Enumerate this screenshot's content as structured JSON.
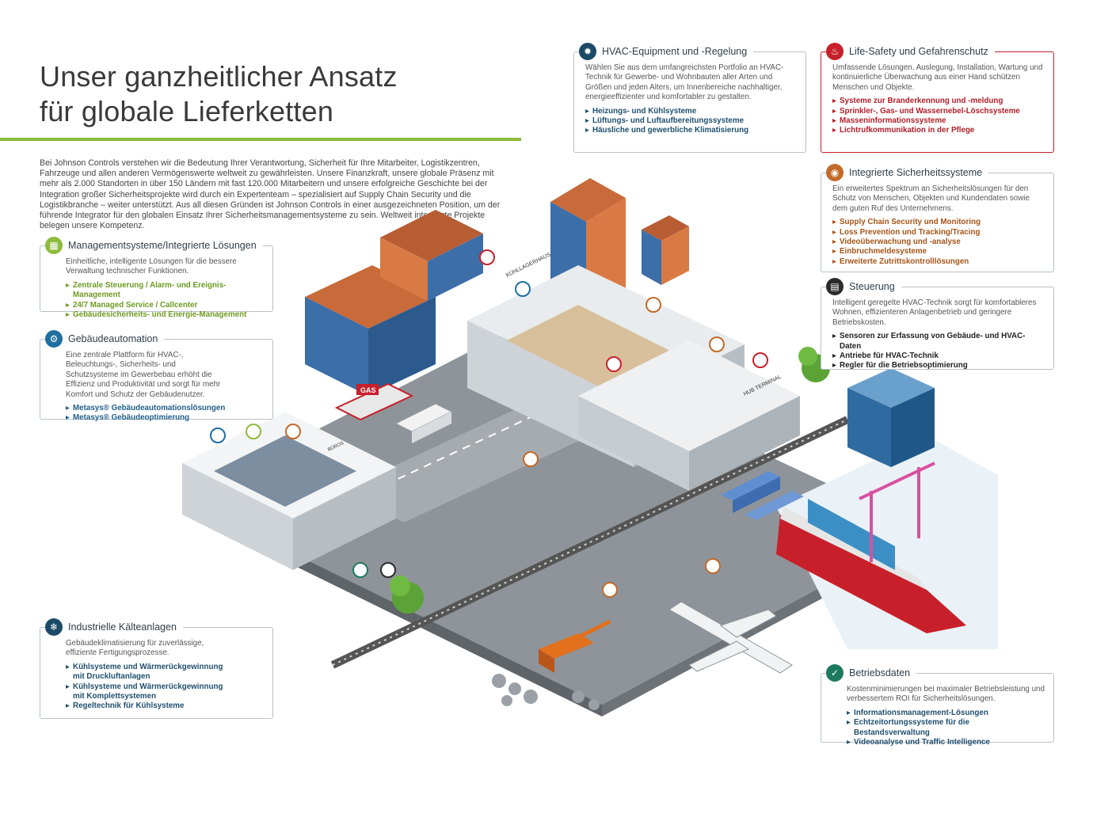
{
  "title_line1": "Unser ganzheitlicher Ansatz",
  "title_line2": "für globale Lieferketten",
  "intro": "Bei Johnson Controls verstehen wir die Bedeutung Ihrer Verantwortung, Sicherheit für Ihre Mitarbeiter, Logistikzentren, Fahrzeuge und allen anderen Vermögenswerte weltweit zu gewährleisten. Unsere Finanzkraft, unsere globale Präsenz mit mehr als 2.000 Standorten in über 150 Ländern mit fast 120.000 Mitarbeitern und unsere erfolgreiche Geschichte bei der Integration großer Sicherheitsprojekte wird durch ein Expertenteam – spezialisiert auf Supply Chain Security und die Logistikbranche – weiter unterstützt. Aus all diesen Gründen ist Johnson Controls in einer ausgezeichneten Position, um der führende Integrator für den globalen Einsatz Ihrer Sicherheits­managementsysteme zu sein. Weltweit integrierte Projekte belegen unsere Kompetenz.",
  "cards": {
    "management": {
      "title": "Managementsysteme/Integrierte Lösungen",
      "desc": "Einheitliche, intelligente Lösungen für die bessere Verwaltung technischer Funktionen.",
      "items": [
        "Zentrale Steuerung / Alarm- und Ereignis-Management",
        "24/7 Managed Service / Callcenter",
        "Gebäudesicherheits- und Energie-Management"
      ]
    },
    "gebaeude": {
      "title": "Gebäudeautomation",
      "desc": "Eine zentrale Plattform für HVAC-, Beleuchtungs-, Sicherheits- und Schutzsysteme im Gewerbebau erhöht die Effizienz und Produktivität und sorgt für mehr Komfort und Schutz der Gebäudenutzer.",
      "items": [
        "Metasys® Gebäudeautomationslösungen",
        "Metasys® Gebäudeoptimierung"
      ]
    },
    "kaelte": {
      "title": "Industrielle Kälteanlagen",
      "desc": "Gebäudeklimatisierung für zuverlässige, effiziente Fertigungsprozesse.",
      "items": [
        "Kühlsysteme und Wärmerückgewinnung mit Druckluftanlagen",
        "Kühlsysteme und Wärmerückgewinnung mit Komplettsystemen",
        "Regeltechnik für Kühlsysteme"
      ]
    },
    "hvac": {
      "title": "HVAC-Equipment und -Regelung",
      "desc": "Wählen Sie aus dem umfangreichsten Portfolio an HVAC-Technik für Gewerbe- und Wohnbauten aller Arten und Größen und jeden Alters, um Innenbereiche nachhaltiger, energieeffizienter und komfortabler zu gestalten.",
      "items": [
        "Heizungs- und Kühlsysteme",
        "Lüftungs- und Luftaufbereitungssysteme",
        "Häusliche und gewerbliche Klimatisierung"
      ]
    },
    "life": {
      "title": "Life-Safety und Gefahrenschutz",
      "desc": "Umfassende Lösungen, Auslegung, Installation, Wartung und kontinuierliche Überwachung aus einer Hand schützen Menschen und Objekte.",
      "items": [
        "Systeme zur Branderkennung und -meldung",
        "Sprinkler-, Gas- und Wassernebel-Löschsysteme",
        "Masseninformationssysteme",
        "Lichtrufkommunikation in der Pflege"
      ]
    },
    "sicherheit": {
      "title": "Integrierte Sicherheitssysteme",
      "desc": "Ein erweitertes Spektrum an Sicherheitslösungen für den Schutz von Menschen, Objekten und Kundendaten sowie dem guten Ruf des Unternehmens.",
      "items": [
        "Supply Chain Security und Monitoring",
        "Loss Prevention und Tracking/Tracing",
        "Videoüberwachung und -analyse",
        "Einbruchmeldesysteme",
        "Erweiterte Zutrittskontrolllösungen"
      ]
    },
    "steuerung": {
      "title": "Steuerung",
      "desc": "Intelligent geregelte HVAC-Technik sorgt für komfortableres Wohnen, effizienteren Anlagenbetrieb und geringere Betriebskosten.",
      "items": [
        "Sensoren zur Erfassung von Gebäude- und HVAC-Daten",
        "Antriebe für HVAC-Technik",
        "Regler für die Betriebsoptimierung"
      ]
    },
    "betrieb": {
      "title": "Betriebsdaten",
      "desc": "Kostenminimierungen bei maximaler Betriebsleistung und verbessertem ROI für Sicherheitslösungen.",
      "items": [
        "Informationsmanagement-Lösungen",
        "Echtzeitortungssysteme für die Bestandsverwaltung",
        "Videoanalyse und Traffic Intelligence"
      ]
    }
  },
  "scene_labels": {
    "kuehllager": "KÜHLLAGERHAUS",
    "gas": "GAS",
    "hub": "HUB TERMINAL",
    "burg": "BÜROS"
  },
  "colors": {
    "accent_green": "#8dbb3b",
    "jci_blue": "#1f6fa0",
    "safety_red": "#c8202b"
  }
}
